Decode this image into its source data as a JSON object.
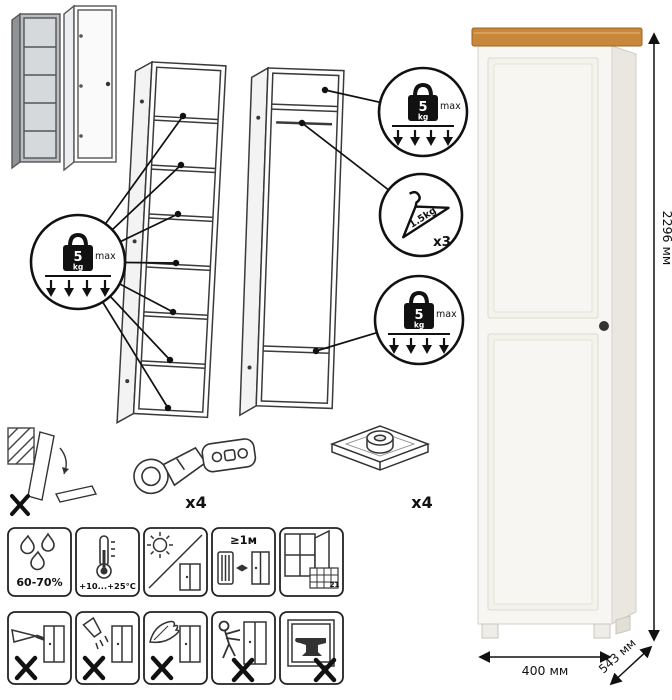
{
  "load_badges": {
    "shelf": {
      "value": "5",
      "unit": "kg",
      "max_label": "max"
    },
    "top_shelf": {
      "value": "5",
      "unit": "kg",
      "max_label": "max"
    },
    "bottom_shelf": {
      "value": "5",
      "unit": "kg",
      "max_label": "max"
    },
    "hanger": {
      "weight": "1.5kg",
      "count": "x3"
    }
  },
  "hardware": {
    "hinge": {
      "count": "x4"
    },
    "foot": {
      "count": "x4"
    }
  },
  "conditions": {
    "humidity": "60-70%",
    "temperature": "+10...+25°C",
    "min_distance": "≥1м",
    "vent_number": "21"
  },
  "dimensions": {
    "height": "2296 мм",
    "width": "400 мм",
    "depth": "543 мм"
  },
  "colors": {
    "outline": "#111111",
    "wood_top": "#c8883b",
    "cabinet_body": "#f7f6f2"
  },
  "icons": {
    "row1": [
      "panel-handling-warning-icon",
      "hinge-icon",
      "furniture-foot-icon"
    ],
    "row2": [
      "humidity-icon",
      "temperature-icon",
      "no-direct-sunlight-icon",
      "heat-distance-icon",
      "ventilation-icon"
    ],
    "row3": [
      "no-cutting-icon",
      "no-liquids-icon",
      "no-solvents-icon",
      "no-pushing-icon",
      "no-heavy-load-icon"
    ]
  }
}
